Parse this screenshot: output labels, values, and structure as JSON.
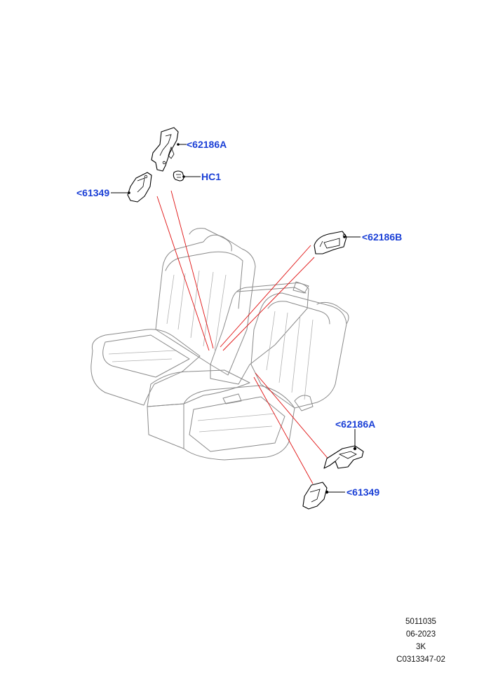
{
  "callouts": [
    {
      "id": "part-62186a-top",
      "text": "<62186A"
    },
    {
      "id": "part-hc1",
      "text": "HC1"
    },
    {
      "id": "part-61349-top",
      "text": "<61349"
    },
    {
      "id": "part-62186b",
      "text": "<62186B"
    },
    {
      "id": "part-62186a-bottom",
      "text": "<62186A"
    },
    {
      "id": "part-61349-bottom",
      "text": "<61349"
    }
  ],
  "stamp": {
    "line1": "5011035",
    "line2": "06-2023",
    "line3": "3K",
    "line4": "C0313347-02"
  },
  "colors": {
    "callout_text": "#1a3fd6",
    "leader_red": "#e01010",
    "part_line": "#000000",
    "seat_line": "#8a8a8a"
  }
}
